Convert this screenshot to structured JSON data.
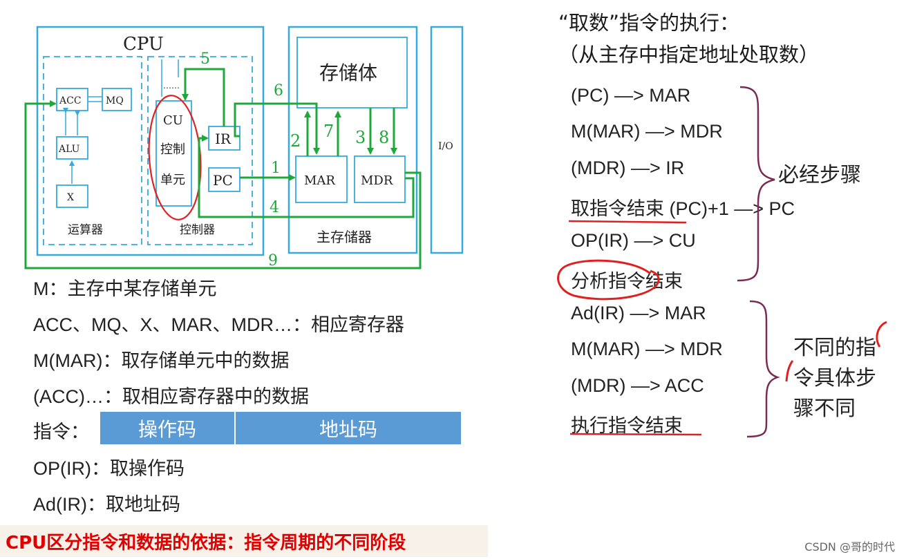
{
  "diagram": {
    "cpu": "CPU",
    "acc": "ACC",
    "mq": "MQ",
    "alu": "ALU",
    "x": "X",
    "arith_unit": "运算器",
    "cu_line1": "CU",
    "cu_line2": "控制",
    "cu_line3": "单元",
    "ir": "IR",
    "pc": "PC",
    "controller": "控制器",
    "storage_body": "存储体",
    "mar": "MAR",
    "mdr": "MDR",
    "main_memory": "主存储器",
    "io": "I/O",
    "path_numbers": [
      "1",
      "2",
      "3",
      "4",
      "5",
      "6",
      "7",
      "8",
      "9"
    ],
    "dots": "……",
    "colors": {
      "box": "#35a9e1",
      "path": "#1fa83a",
      "annotation_red": "#e02020",
      "brace": "#7a2b55"
    }
  },
  "legend": [
    "M：主存中某存储单元",
    "ACC、MQ、X、MAR、MDR…：相应寄存器",
    "M(MAR)：取存储单元中的数据",
    "(ACC)…：取相应寄存器中的数据"
  ],
  "instruction": {
    "label": "指令：",
    "opcode": "操作码",
    "address": "地址码"
  },
  "legend2": [
    "OP(IR)：取操作码",
    "Ad(IR)：取地址码"
  ],
  "right": {
    "title_line1": "“取数”指令的执行：",
    "title_line2": "（从主存中指定地址处取数）",
    "steps": [
      "(PC) —> MAR",
      "M(MAR) —> MDR",
      "(MDR) —> IR",
      "取指令结束 (PC)+1 —> PC",
      "OP(IR) —> CU",
      "分析指令结束",
      "Ad(IR) —> MAR",
      "M(MAR) —> MDR",
      "(MDR) —> ACC",
      "执行指令结束"
    ],
    "brace1_label": "必经步骤",
    "brace2_label_line1": "不同的指",
    "brace2_label_line2": "令具体步",
    "brace2_label_line3": "骤不同"
  },
  "footer": "CPU区分指令和数据的依据：指令周期的不同阶段",
  "watermark": "CSDN @哥的时代"
}
